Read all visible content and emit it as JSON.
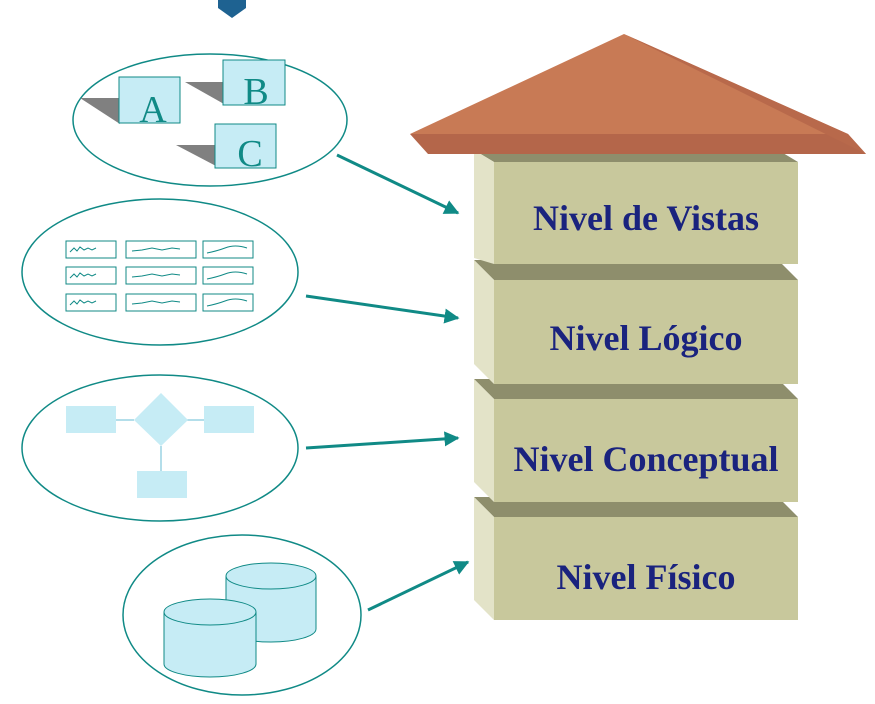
{
  "colors": {
    "roof_top": "#c87a55",
    "roof_front": "#b4664a",
    "block_front": "#c8c89c",
    "block_top": "#8e8e6c",
    "block_side": "#e3e3c8",
    "label_text": "#1a237e",
    "teal": "#108a86",
    "light_blue": "#c6ecf5",
    "shadow_gray": "#808080",
    "title_blue": "#1e6291"
  },
  "levels": [
    {
      "id": "vistas",
      "label": "Nivel de Vistas"
    },
    {
      "id": "logico",
      "label": "Nivel Lógico"
    },
    {
      "id": "conceptual",
      "label": "Nivel Conceptual"
    },
    {
      "id": "fisico",
      "label": "Nivel Físico"
    }
  ],
  "views_illustration": {
    "boxes": [
      {
        "letter": "A"
      },
      {
        "letter": "B"
      },
      {
        "letter": "C"
      }
    ]
  },
  "icons": {
    "views": "stacked-view-boxes-icon",
    "logical": "record-table-grid-icon",
    "conceptual": "entity-relationship-icon",
    "physical": "database-cylinders-icon"
  }
}
